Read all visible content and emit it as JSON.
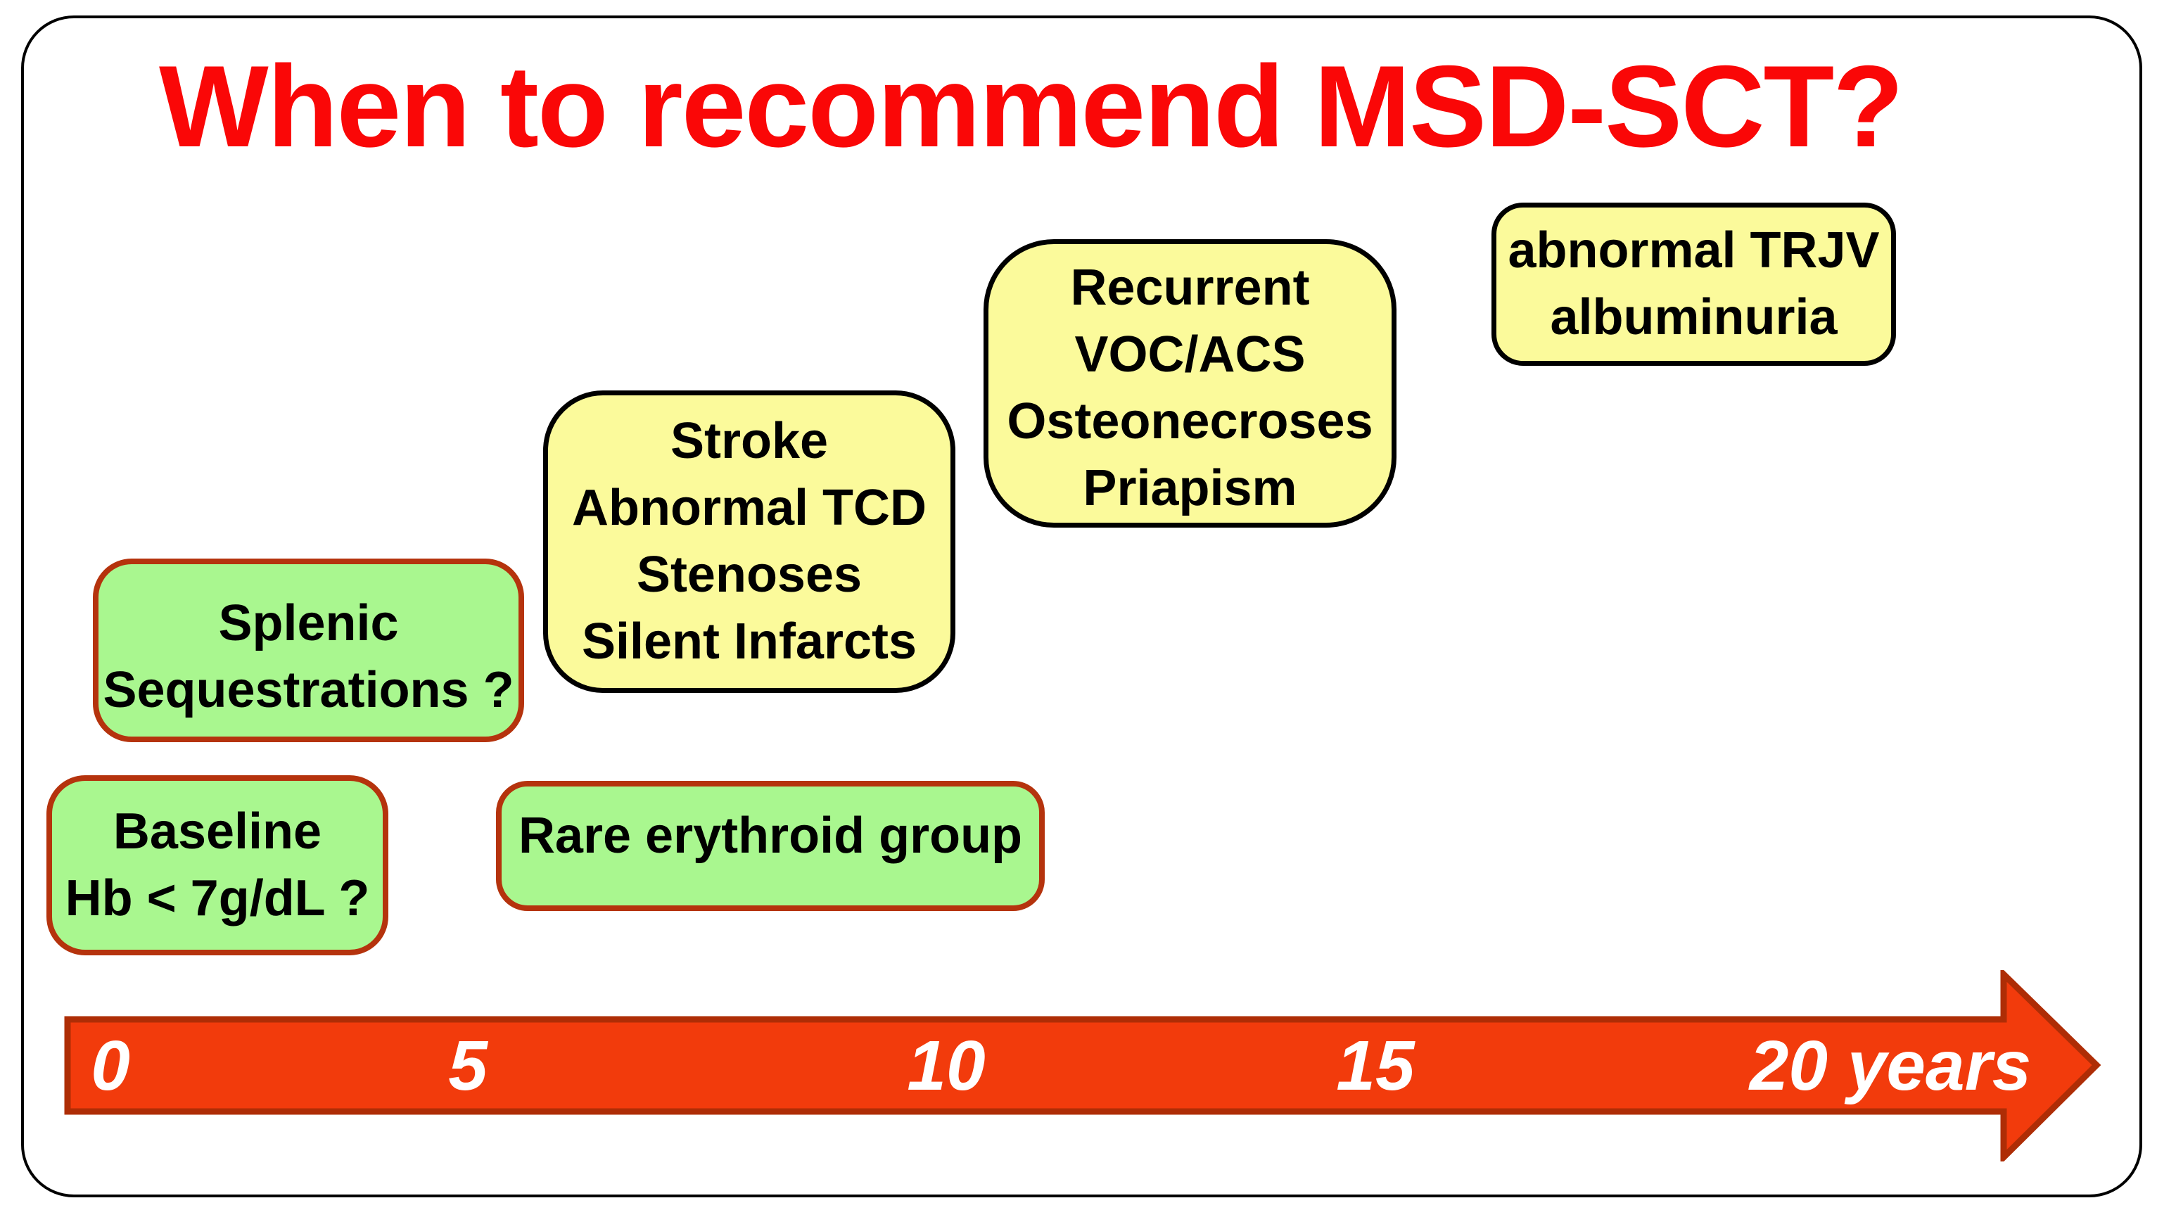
{
  "slide": {
    "title": "When to recommend MSD-SCT?",
    "title_color": "#fa0707",
    "background_color": "#ffffff",
    "frame_border_color": "#000000"
  },
  "boxes": {
    "splenic": {
      "lines": [
        "Splenic",
        "Sequestrations ?"
      ],
      "fill": "#a9f78f",
      "border": "#b5330d"
    },
    "baseline": {
      "lines": [
        "Baseline",
        "Hb < 7g/dL ?"
      ],
      "fill": "#a9f78f",
      "border": "#b5330d"
    },
    "rare": {
      "lines": [
        "Rare erythroid group"
      ],
      "fill": "#a9f78f",
      "border": "#b5330d"
    },
    "stroke": {
      "lines": [
        "Stroke",
        "Abnormal TCD",
        "Stenoses",
        "Silent Infarcts"
      ],
      "fill": "#fbfa9b",
      "border": "#000000"
    },
    "recurrent": {
      "lines": [
        "Recurrent",
        "VOC/ACS",
        "Osteonecroses",
        "Priapism"
      ],
      "fill": "#fbfa9b",
      "border": "#000000"
    },
    "trjv": {
      "lines": [
        "abnormal TRJV",
        "albuminuria"
      ],
      "fill": "#fbfa9b",
      "border": "#000000"
    }
  },
  "timeline": {
    "fill": "#f23b0c",
    "border": "#ae2d06",
    "label_color": "#ffffff",
    "labels": [
      {
        "text": "0"
      },
      {
        "text": "5"
      },
      {
        "text": "10"
      },
      {
        "text": "15"
      },
      {
        "text": "20 years"
      }
    ]
  }
}
